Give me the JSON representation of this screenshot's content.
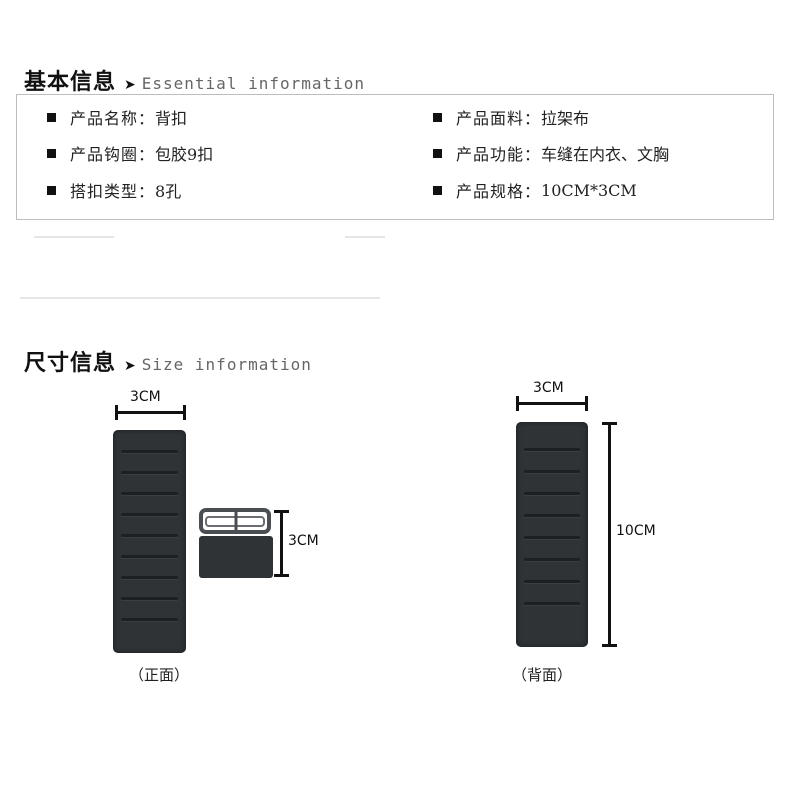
{
  "basic_section": {
    "title_zh": "基本信息",
    "arrow": "➤",
    "title_en": "Essential information",
    "items": [
      {
        "label": "产品名称：",
        "value": "背扣"
      },
      {
        "label": "产品面料：",
        "value": "拉架布"
      },
      {
        "label": "产品钩圈：",
        "value": "包胶9扣"
      },
      {
        "label": "产品功能：",
        "value": "车缝在内衣、文胸"
      },
      {
        "label": "搭扣类型：",
        "value": "8孔"
      },
      {
        "label": "产品规格：",
        "value": "10CM*3CM"
      }
    ]
  },
  "size_section": {
    "title_zh": "尺寸信息",
    "arrow": "➤",
    "title_en": "Size information",
    "front": {
      "width_label": "3CM",
      "hook_height_label": "3CM",
      "caption": "（正面）"
    },
    "back": {
      "width_label": "3CM",
      "length_label": "10CM",
      "caption": "（背面）"
    }
  },
  "colors": {
    "strip": "#2f3336",
    "rib": "#1d2022",
    "border": "#bdbdbd"
  }
}
